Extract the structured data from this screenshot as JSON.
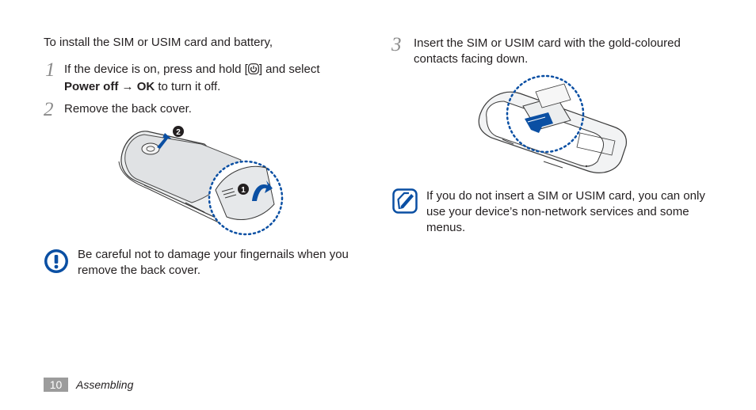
{
  "left": {
    "intro": "To install the SIM or USIM card and battery,",
    "step1": {
      "num": "1",
      "line1_pre": "If the device is on, press and hold [",
      "line1_post": "] and select",
      "line2_bold_a": "Power off",
      "line2_arrow": " → ",
      "line2_bold_b": "OK",
      "line2_post": " to turn it off."
    },
    "step2": {
      "num": "2",
      "text": "Remove the back cover."
    },
    "caution": {
      "icon": "caution-icon",
      "line1": "Be careful not to damage your fingernails when you",
      "line2": "remove the back cover."
    }
  },
  "right": {
    "step3": {
      "num": "3",
      "line1": "Insert the SIM or USIM card with the gold-coloured",
      "line2": "contacts facing down."
    },
    "note": {
      "icon": "note-icon",
      "line1": "If you do not insert a SIM or USIM card, you can only",
      "line2": "use your device’s non-network services and some",
      "line3": "menus."
    }
  },
  "footer": {
    "page": "10",
    "section": "Assembling"
  },
  "colors": {
    "accent_blue": "#0a4fa3",
    "gray": "#9c9c9c"
  }
}
